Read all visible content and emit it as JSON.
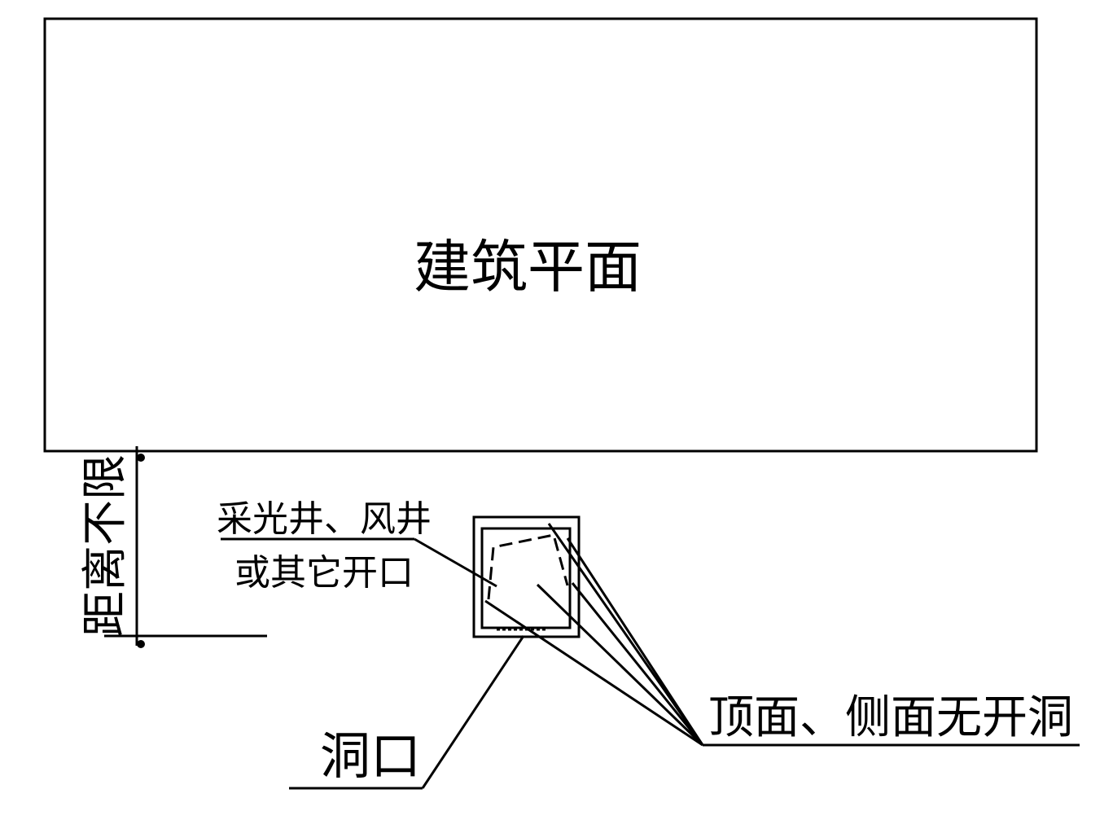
{
  "diagram": {
    "building_plan_label": "建筑平面",
    "distance_label": "距离不限",
    "shaft_label_line1": "采光井、风井",
    "shaft_label_line2": "或其它开口",
    "top_side_label": "顶面、侧面无开洞",
    "opening_label": "洞口",
    "colors": {
      "stroke": "#000000",
      "background": "#ffffff"
    }
  }
}
